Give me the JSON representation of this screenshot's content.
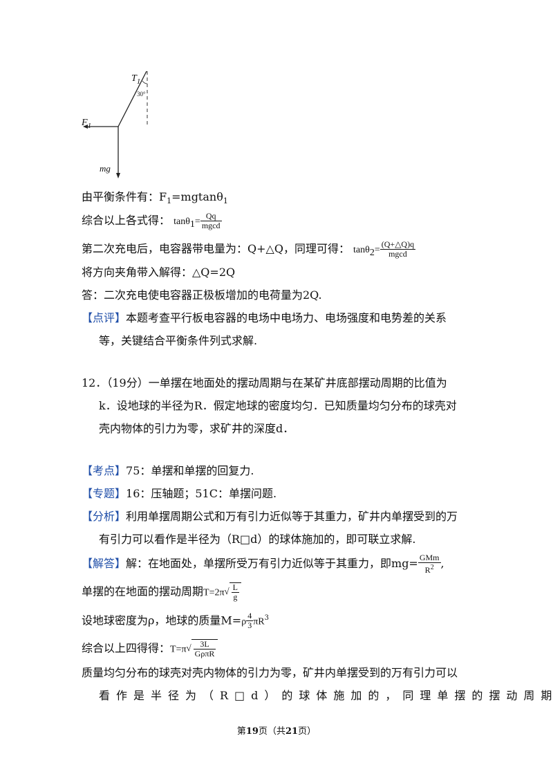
{
  "diagram": {
    "t_label": "T",
    "t_sub": "1",
    "angle": "30°",
    "f_label": "F",
    "f_sub": "1",
    "mg_label": "mg"
  },
  "lines": {
    "l1a": "由平衡条件有：F",
    "l1s1": "1",
    "l1b": "=mgtanθ",
    "l1s2": "1",
    "l2": "综合以上各式得：",
    "l2math": "tanθ",
    "l2sub": "1",
    "l2eq": "=",
    "l2num": "Qq",
    "l2den": "mgcd",
    "l3": "第二次充电后，电容器带电量为：Q+△Q，同理可得：",
    "l3math": "tanθ",
    "l3sub": "2",
    "l3eq": "=",
    "l3num": "(Q+△Q)q",
    "l3den": "mgcd",
    "l4": "将方向夹角带入解得：△Q=2Q",
    "l5": "答：二次充电使电容器正极板增加的电荷量为2Q.",
    "l6tag": "【点评】",
    "l6": "本题考查平行板电容器的电场中电场力、电场强度和电势差的关系",
    "l7": "等，关键结合平衡条件列式求解.",
    "q12a": "12．（19分）一单摆在地面处的摆动周期与在某矿井底部摆动周期的比值为",
    "q12b": "k．设地球的半径为R．假定地球的密度均匀．已知质量均匀分布的球壳对",
    "q12c": "壳内物体的引力为零，求矿井的深度d．",
    "kdtag": "【考点】",
    "kd": "75：单摆和单摆的回复力.",
    "ztag": "【专题】",
    "zt": "16：压轴题；51C：单摆问题.",
    "fxtag": "【分析】",
    "fx1": "利用单摆周期公式和万有引力近似等于其重力，矿井内单摆受到的万",
    "fx2": "有引力可以看作是半径为（R□d）的球体施加的，即可联立求解.",
    "jdtag": "【解答】",
    "jd1": "解：在地面处，单摆所受万有引力近似等于其重力，即mg=",
    "jdnum": "GMm",
    "jdden": "R",
    "jdsup": "2",
    "jdend": ",",
    "p1": "单摆的在地面的摆动周期",
    "p1m": "T=2π",
    "p1num": "L",
    "p1den": "g",
    "p2": "设地球密度为ρ，地球的质量M=",
    "p2a": "ρ",
    "p2num": "4",
    "p2den": "3",
    "p2b": "πR",
    "p2sup": "3",
    "p3": "综合以上四得得：",
    "p3m": "T=π",
    "p3num": "3L",
    "p3den": "GρπR",
    "p4": "质量均匀分布的球壳对壳内物体的引力为零，矿井内单摆受到的万有引力可以",
    "p5": "看作是半径为（R□d）的球体施加的，同理单摆的摆动周期"
  },
  "footer": {
    "a": "第",
    "page": "19",
    "b": "页（共",
    "total": "21",
    "c": "页）"
  }
}
